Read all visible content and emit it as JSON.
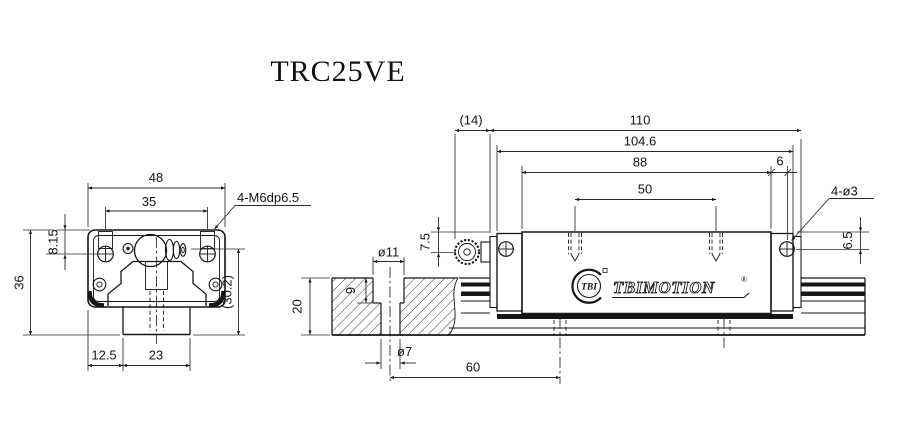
{
  "title": "TRC25VE",
  "logo": {
    "badge": "TBI",
    "wordmark": "TBIMOTION",
    "registered": "®"
  },
  "front_view": {
    "width": "48",
    "hole_spacing": "35",
    "thread_callout": "4-M6dp6.5",
    "screw_center_offset": "8.15",
    "assembly_height": "36",
    "nipple_height": "(30.2)",
    "edge_to_rail": "12.5",
    "rail_width": "23"
  },
  "side_view": {
    "end_protrusion": "(14)",
    "total_length": "110",
    "carriage_length": "104.6",
    "body_length": "88",
    "cap_hole_offset": "6",
    "mount_hole_pitch": "50",
    "cap_holes_callout": "4-ø3",
    "cap_hole_height": "6.5",
    "nipple_offset": "7.5",
    "counterbore_dia": "ø11",
    "counterbore_depth": "9",
    "rail_height": "20",
    "bolt_hole_dia": "ø7",
    "rail_hole_pitch": "60"
  }
}
